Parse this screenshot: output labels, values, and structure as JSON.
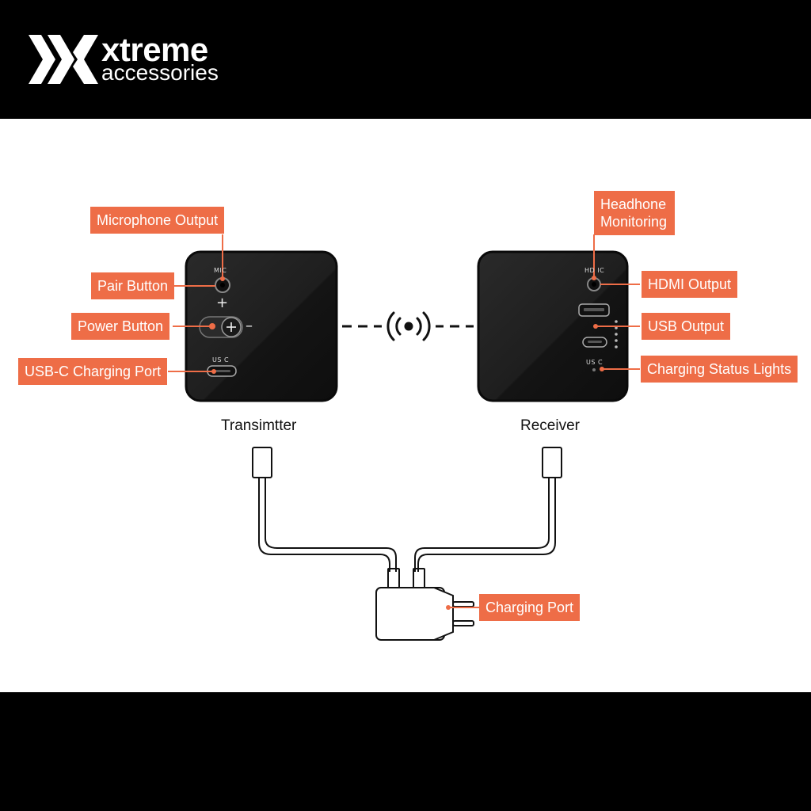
{
  "brand": {
    "line1": "xtreme",
    "line2": "accessories",
    "logo": "double-chevron-x-logo"
  },
  "colors": {
    "accent": "#ee6d47",
    "device": "#1c1c1c",
    "frame": "#000000"
  },
  "transmitter": {
    "name": "Transimtter",
    "port_labels": {
      "mic": "MIC",
      "usb": "US C",
      "plus": "+",
      "minus": "–"
    },
    "callouts": {
      "mic_output": "Microphone Output",
      "pair_button": "Pair Button",
      "power_button": "Power Button",
      "usb_c_port": "USB-C Charging Port"
    }
  },
  "receiver": {
    "name": "Receiver",
    "port_labels": {
      "hdmi": "HD IC",
      "usb": "US C"
    },
    "callouts": {
      "headphone": "Headhone Monitoring",
      "hdmi_output": "HDMI Output",
      "usb_output": "USB Output",
      "charging_lights": "Charging Status Lights"
    }
  },
  "charger": {
    "callout": "Charging Port"
  },
  "icons": {
    "wireless": "wireless-signal-icon"
  }
}
